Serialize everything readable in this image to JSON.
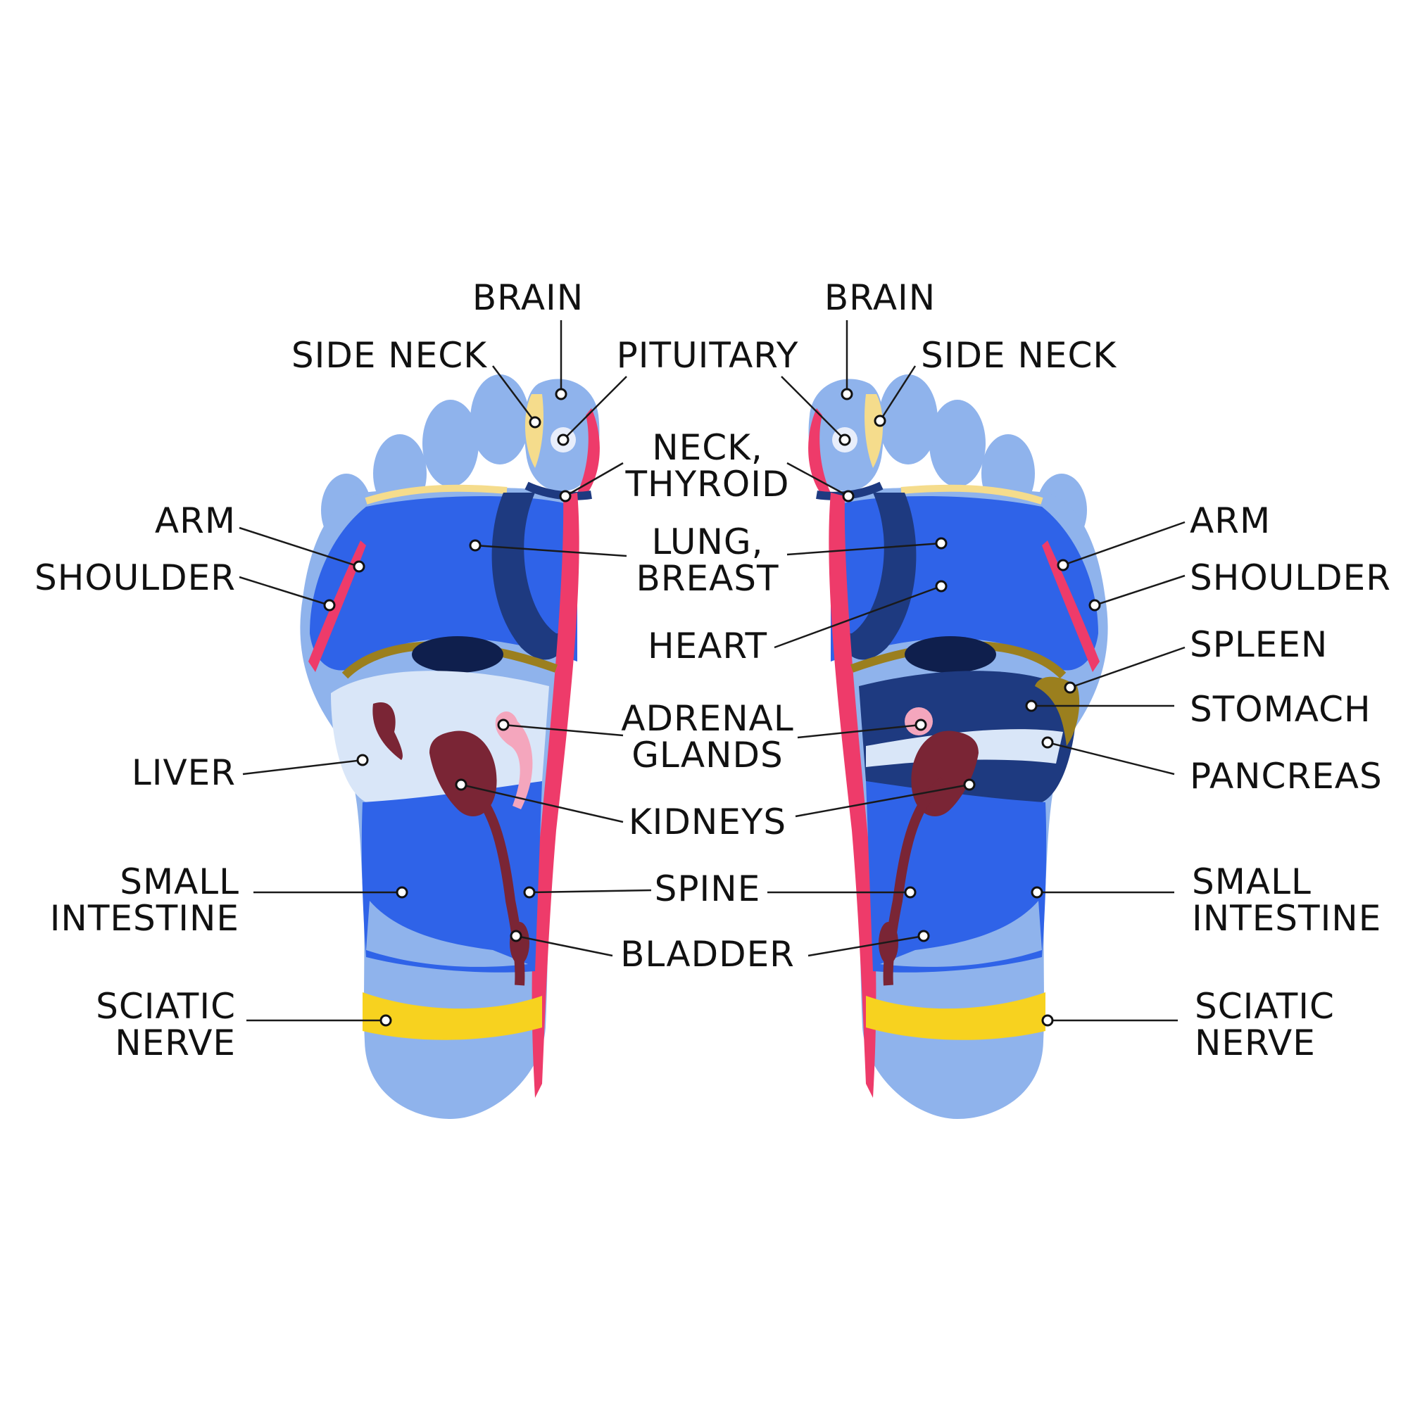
{
  "diagram": {
    "background": "#ffffff",
    "colors": {
      "light_blue": "#8fb3ec",
      "mid_blue": "#2f63e8",
      "dark_navy": "#1e3a80",
      "pale": "#d9e6f8",
      "red_pink": "#ee3b6a",
      "yellow": "#f7d21f",
      "pale_yellow": "#f5dc8c",
      "kidney": "#7a2535",
      "adrenal_pink": "#f4a6bd",
      "olive": "#9b7f1e"
    },
    "center_labels": {
      "pituitary": "PITUITARY",
      "neck_thyroid": [
        "NECK,",
        "THYROID"
      ],
      "lung_breast": [
        "LUNG,",
        "BREAST"
      ],
      "heart": "HEART",
      "adrenal_glands": [
        "ADRENAL",
        "GLANDS"
      ],
      "kidneys": "KIDNEYS",
      "spine": "SPINE",
      "bladder": "BLADDER"
    },
    "left_labels": {
      "brain": "BRAIN",
      "side_neck": "SIDE NECK",
      "arm": "ARM",
      "shoulder": "SHOULDER",
      "liver": "LIVER",
      "small_intestine": [
        "SMALL",
        "INTESTINE"
      ],
      "sciatic_nerve": [
        "SCIATIC",
        "NERVE"
      ]
    },
    "right_labels": {
      "brain": "BRAIN",
      "side_neck": "SIDE NECK",
      "arm": "ARM",
      "shoulder": "SHOULDER",
      "spleen": "SPLEEN",
      "stomach": "STOMACH",
      "pancreas": "PANCREAS",
      "small_intestine": [
        "SMALL",
        "INTESTINE"
      ],
      "sciatic_nerve": [
        "SCIATIC",
        "NERVE"
      ]
    }
  }
}
